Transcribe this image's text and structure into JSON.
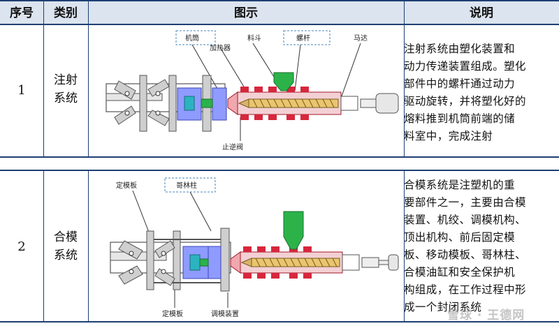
{
  "header": {
    "col_seq": "序号",
    "col_category": "类别",
    "col_diagram": "图示",
    "col_description": "说明"
  },
  "rows": [
    {
      "seq": "1",
      "category_line1": "注射",
      "category_line2": "系统",
      "labels": {
        "barrel": "机筒",
        "heater": "加热器",
        "hopper": "料斗",
        "screw": "螺杆",
        "motor": "马达",
        "check_valve": "止逆阀"
      },
      "description_lines": [
        "注射系统由塑化装置和",
        "动力传递装置组成。塑化",
        "部件中的螺杆通过动力",
        "驱动旋转，并将塑化好的",
        "熔料推到机筒前端的储",
        "料室中，完成注射"
      ]
    },
    {
      "seq": "2",
      "category_line1": "合模",
      "category_line2": "系统",
      "labels": {
        "fixed_platen_top": "定模板",
        "tie_bar": "哥林柱",
        "fixed_platen_bottom": "定模板",
        "mold_adjust": "调模装置"
      },
      "description_lines": [
        "合模系统是注塑机的重",
        "要部件之一，主要由合模",
        "装置、机绞、调模机构、",
        "顶出机构、前后固定模",
        "板、移动模板、哥林柱、",
        "合模油缸和安全保护机",
        "构组成，在工作过程中形",
        "成一个封闭系统"
      ]
    }
  ],
  "watermark": "雪球 · 王德网",
  "colors": {
    "header_bg": "#dbe4ef",
    "rule": "#1f3f73",
    "heater_red": "#d7263d",
    "hopper_green": "#2bb34a",
    "mold_blue": "#4a5bd6",
    "plate_gray": "#c9c9c9"
  }
}
